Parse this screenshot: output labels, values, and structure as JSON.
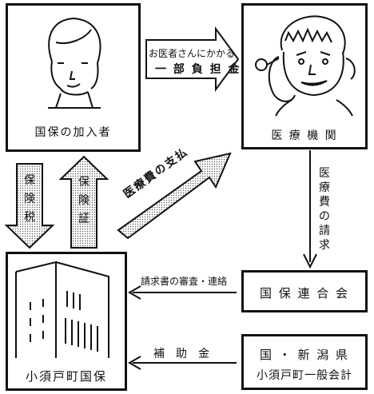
{
  "insured": {
    "label": "国保の加入者"
  },
  "medical_institution": {
    "label": "医 療 機 関"
  },
  "kokuho_federation": {
    "label": "国 保 連 合 会"
  },
  "town_kokuho": {
    "label": "小須戸町国保"
  },
  "subsidy_source": {
    "line1": "国 ・ 新 潟 県",
    "line2": "小須戸町一般会計"
  },
  "arrows": {
    "copay": {
      "line1": "お医者さんにかかる",
      "line2": "一 部 負 担 金"
    },
    "claim_medical": {
      "chars": [
        "医",
        "療",
        "費",
        "の",
        "請",
        "求"
      ]
    },
    "insurance_tax": {
      "chars": [
        "保",
        "険",
        "税"
      ]
    },
    "insurance_card": {
      "chars": [
        "保",
        "険",
        "証"
      ]
    },
    "medical_payment": {
      "label": "医療費の支払"
    },
    "claim_review": {
      "label": "請求書の審査・連絡"
    },
    "subsidy": {
      "label": "補　助　金"
    }
  }
}
